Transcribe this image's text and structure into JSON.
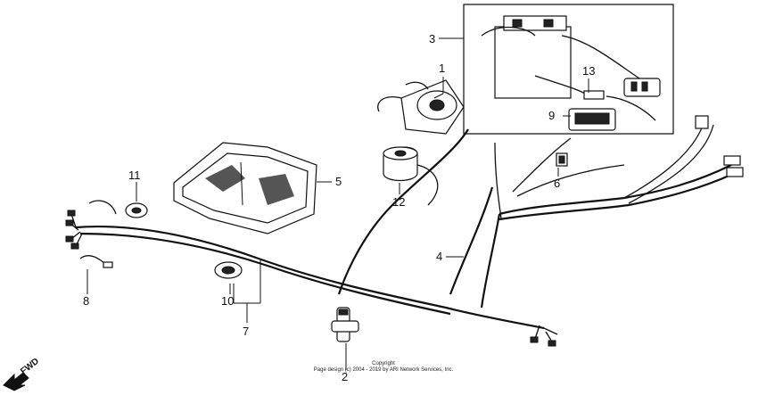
{
  "callouts": {
    "c1": "1",
    "c2": "2",
    "c3": "3",
    "c4": "4",
    "c5": "5",
    "c6": "6",
    "c7": "7",
    "c8": "8",
    "c9": "9",
    "c10": "10",
    "c11": "11",
    "c12": "12",
    "c13": "13"
  },
  "direction_label": "FWD",
  "copyright": {
    "line1": "Copyright",
    "line2": "Page design (c) 2004 - 2019 by ARI Network Services, Inc."
  }
}
